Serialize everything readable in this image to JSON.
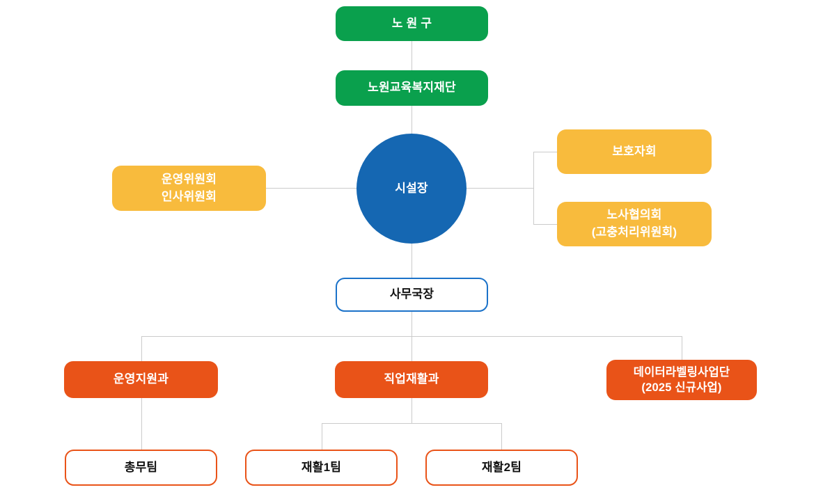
{
  "diagram": {
    "type": "org-chart",
    "colors": {
      "green": "#0AA04D",
      "yellow": "#F8BB3D",
      "blue": "#1567B2",
      "blue_border": "#1B72C9",
      "orange": "#E95318",
      "line": "#CBCBCB",
      "text_light": "#FFFFFF",
      "text_dark": "#111111"
    },
    "nodes": {
      "district": {
        "label": "노 원 구"
      },
      "foundation": {
        "label": "노원교육복지재단"
      },
      "director": {
        "label": "시설장"
      },
      "committee": {
        "lines": [
          "운영위원회",
          "인사위원회"
        ]
      },
      "guardians": {
        "label": "보호자회"
      },
      "labor_council": {
        "lines": [
          "노사협의회",
          "(고충처리위원회)"
        ]
      },
      "secretary_general": {
        "label": "사무국장"
      },
      "dept_operation_support": {
        "label": "운영지원과"
      },
      "dept_vocational_rehab": {
        "label": "직업재활과"
      },
      "dept_data_labeling": {
        "lines": [
          "데이터라벨링사업단",
          "(2025 신규사업)"
        ]
      },
      "team_general_affairs": {
        "label": "총무팀"
      },
      "team_rehab1": {
        "label": "재활1팀"
      },
      "team_rehab2": {
        "label": "재활2팀"
      }
    }
  }
}
